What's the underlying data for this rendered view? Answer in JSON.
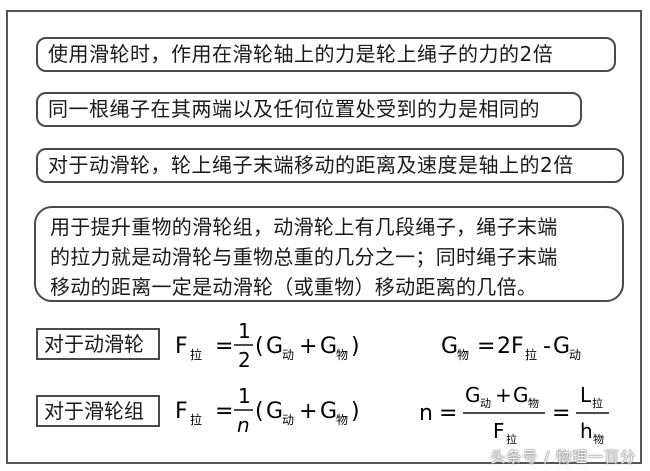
{
  "rules": [
    "使用滑轮时，作用在滑轮轴上的力是轮上绳子的力的2倍",
    "同一根绳子在其两端以及任何位置处受到的力是相同的",
    "对于动滑轮，轮上绳子末端移动的距离及速度是轴上的2倍"
  ],
  "paragraph": {
    "lines": [
      "用于提升重物的滑轮组，动滑轮上有几段绳子，绳子末端",
      "的拉力就是动滑轮与重物总重的几分之一；同时绳子末端",
      "移动的距离一定是动滑轮（或重物）移动距离的几倍。"
    ]
  },
  "formulas": {
    "movable_pulley": {
      "label": "对于动滑轮",
      "f_letter": "F",
      "f_sub": "拉",
      "eq": "=",
      "numerator": "1",
      "denominator": "2",
      "paren_open": "(",
      "g": "G",
      "g_sub_dong": "动",
      "plus": "+",
      "g_sub_wu": "物",
      "paren_close": ")",
      "right_expr": {
        "g": "G",
        "g_sub_wu": "物",
        "eq": "=",
        "coef": "2",
        "f": "F",
        "f_sub": "拉",
        "minus": "-",
        "g2": "G",
        "g2_sub": "动"
      }
    },
    "pulley_block": {
      "label": "对于滑轮组",
      "f_letter": "F",
      "f_sub": "拉",
      "eq": "=",
      "numerator": "1",
      "denominator": "n",
      "paren_open": "(",
      "g": "G",
      "g_sub_dong": "动",
      "plus": "+",
      "g_sub_wu": "物",
      "paren_close": ")",
      "right_expr": {
        "n": "n",
        "eq": "=",
        "num_g1": "G",
        "num_g1_sub": "动",
        "num_plus": "+",
        "num_g2": "G",
        "num_g2_sub": "物",
        "den_f": "F",
        "den_f_sub": "拉",
        "eq2": "=",
        "num_l": "L",
        "num_l_sub": "拉",
        "den_h": "h",
        "den_h_sub": "物"
      }
    }
  },
  "watermark": "头条号 / 物理一百分"
}
